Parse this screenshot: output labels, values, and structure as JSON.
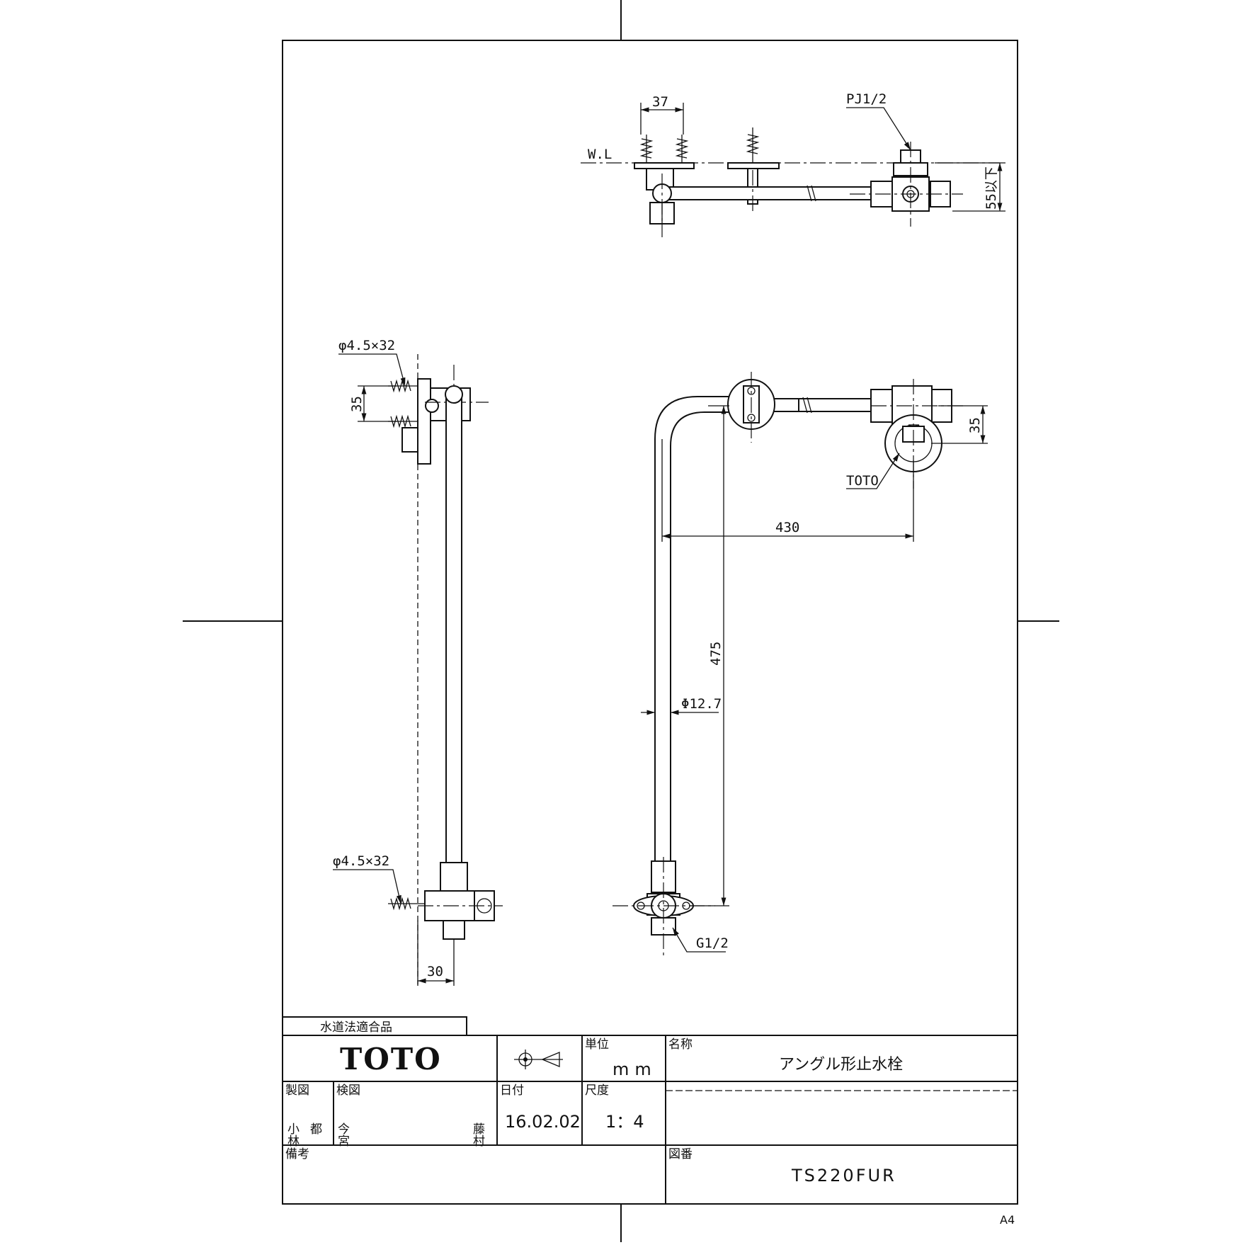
{
  "drawing": {
    "dims": {
      "d37": "37",
      "wl": "W.L",
      "pj": "PJ1/2",
      "d55": "55以下",
      "screw_top": "φ4.5×32",
      "d35_left": "35",
      "screw_bottom": "φ4.5×32",
      "d30": "30",
      "d35_right": "35",
      "toto_mark": "TOTO",
      "d430": "430",
      "d475": "475",
      "pipe_dia": "Φ12.7",
      "g12": "G1/2"
    }
  },
  "title_block": {
    "compliance": "水道法適合品",
    "logo": "TOTO",
    "unit_label": "単位",
    "unit_value": "mm",
    "name_label": "名称",
    "name_value": "アングル形止水栓",
    "drawn_label": "製図",
    "drawn_name1": "小林",
    "drawn_name2": "都",
    "checked_label": "検図",
    "checked_name1": "今宮",
    "checked_name2": "藤村",
    "date_label": "日付",
    "date_value": "16.02.02",
    "scale_label": "尺度",
    "scale_value": "1：4",
    "remarks_label": "備考",
    "drawing_no_label": "図番",
    "drawing_no_value": "TS220FUR",
    "paper_size": "A4"
  }
}
